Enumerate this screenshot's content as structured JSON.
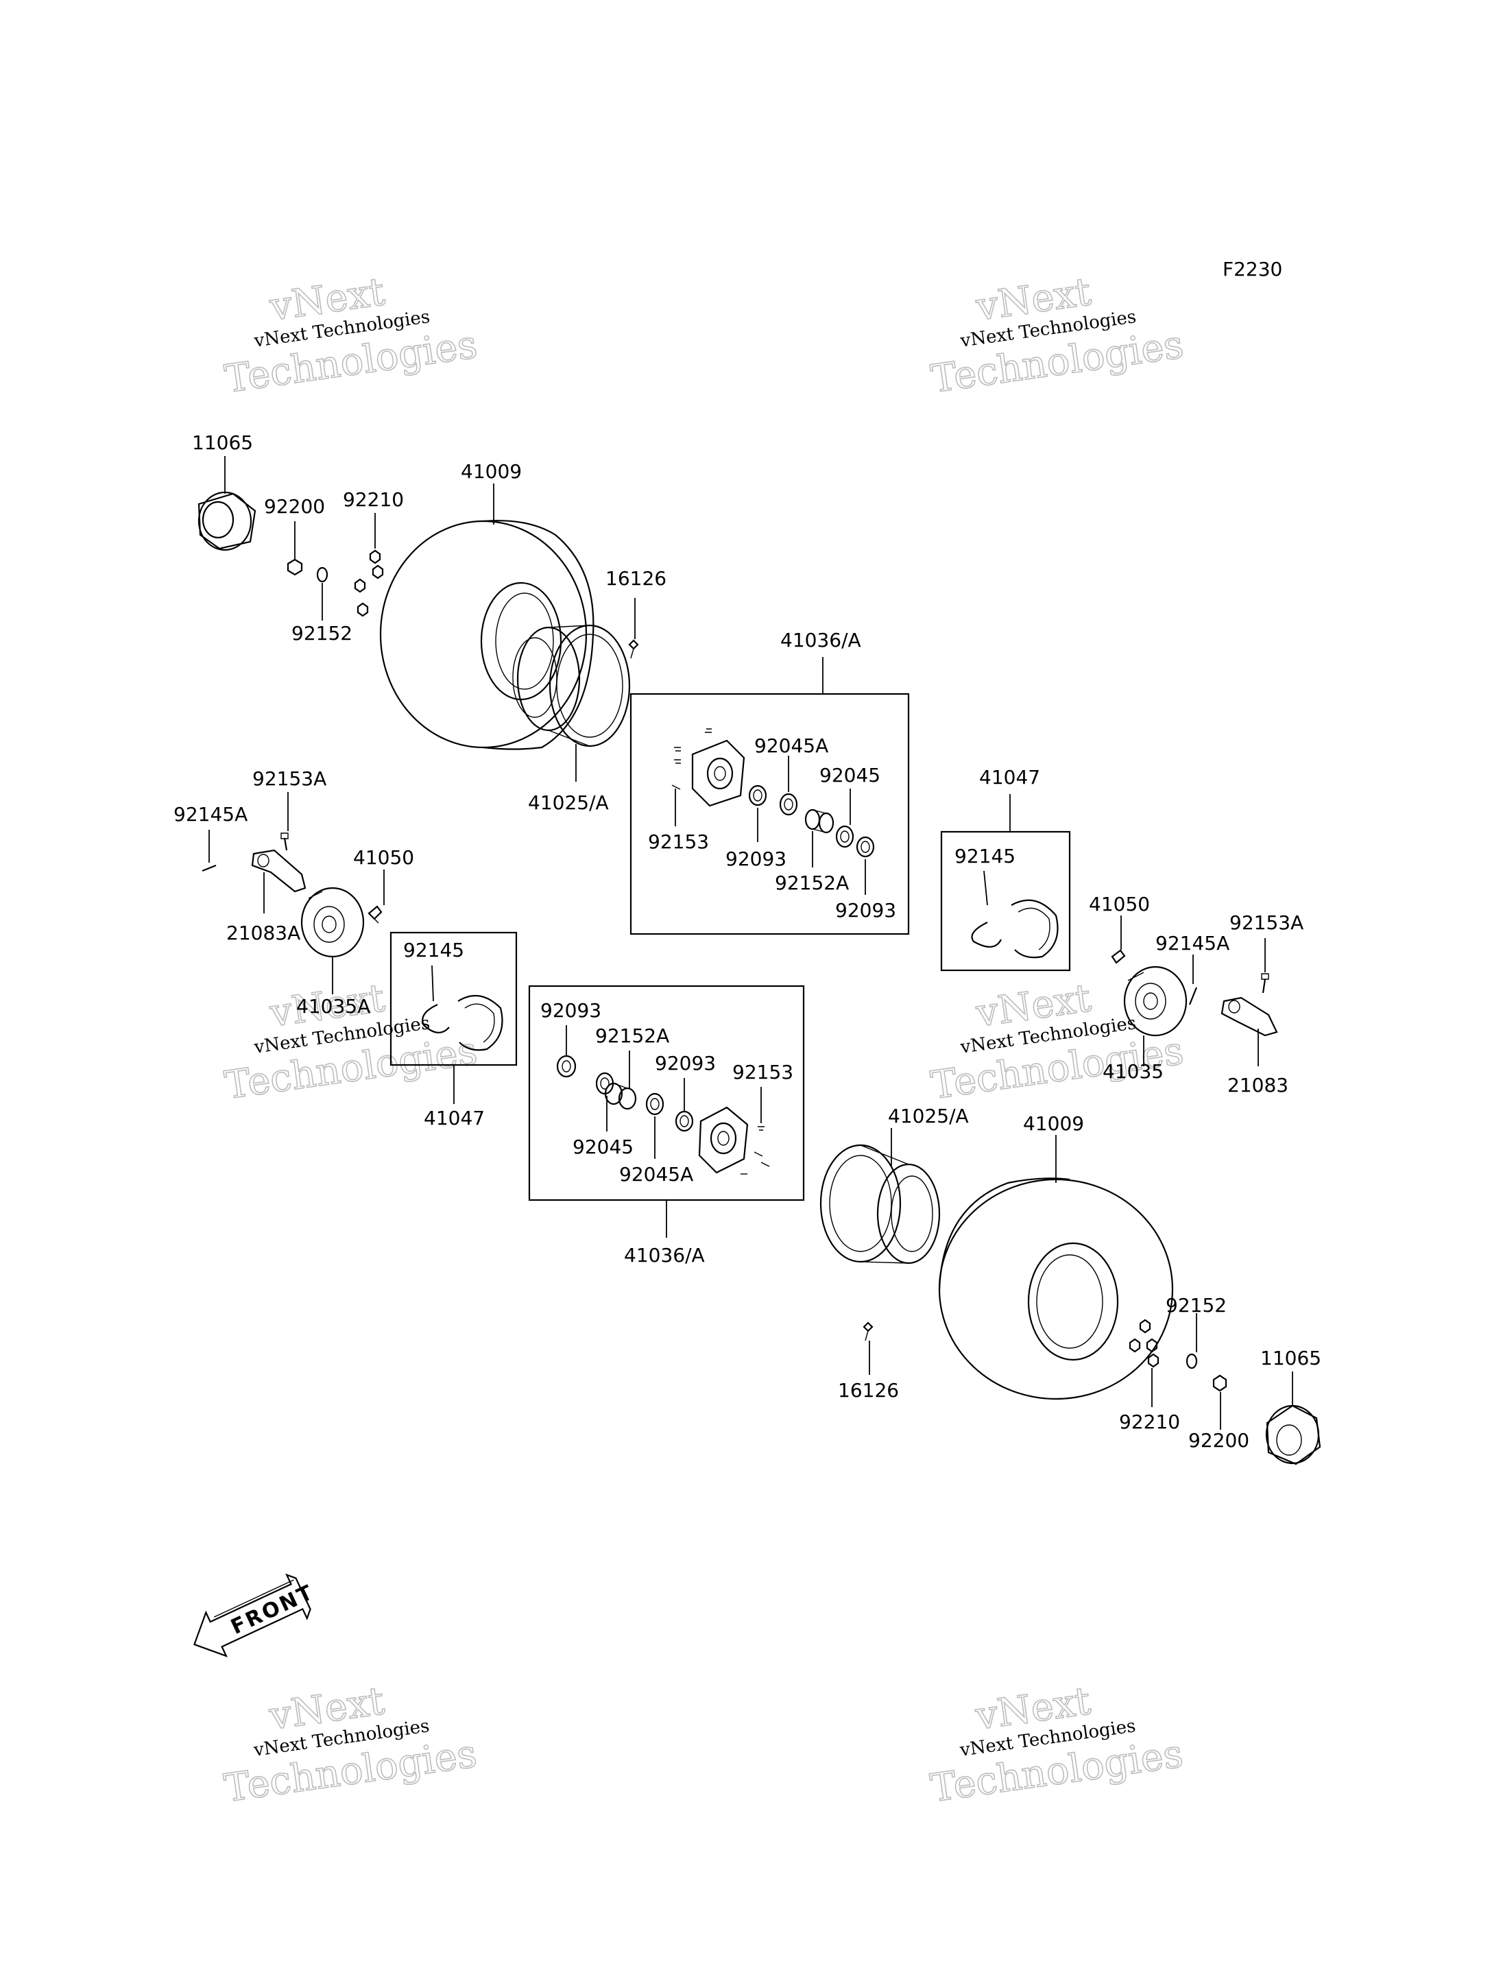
{
  "diagram_code": "F2230",
  "watermark": {
    "line1": "vNext Technologies",
    "line2": "vNext",
    "line3": "Technologies"
  },
  "front_arrow_label": "FRONT",
  "labels": {
    "l_11065_a": "11065",
    "l_41009_a": "41009",
    "l_92200_a": "92200",
    "l_92210_a": "92210",
    "l_92152_a": "92152",
    "l_16126_a": "16126",
    "l_41025_a": "41025/A",
    "l_41036_a": "41036/A",
    "l_92045A_a": "92045A",
    "l_92045_a": "92045",
    "l_92153_a": "92153",
    "l_92093_a": "92093",
    "l_92152A_a": "92152A",
    "l_92093_b": "92093",
    "l_41047_a": "41047",
    "l_92145_a": "92145",
    "l_92153A_a": "92153A",
    "l_92145A_a": "92145A",
    "l_41050_a": "41050",
    "l_21083A": "21083A",
    "l_41035A": "41035A",
    "l_92145_b": "92145",
    "l_41047_b": "41047",
    "l_92093_c": "92093",
    "l_92152A_b": "92152A",
    "l_92093_d": "92093",
    "l_92153_b": "92153",
    "l_92045_b": "92045",
    "l_92045A_b": "92045A",
    "l_41036_b": "41036/A",
    "l_41025_b": "41025/A",
    "l_41009_b": "41009",
    "l_16126_b": "16126",
    "l_41050_b": "41050",
    "l_92145A_b": "92145A",
    "l_92153A_b": "92153A",
    "l_41035": "41035",
    "l_21083": "21083",
    "l_92152_b": "92152",
    "l_92210_b": "92210",
    "l_92200_b": "92200",
    "l_11065_b": "11065"
  }
}
